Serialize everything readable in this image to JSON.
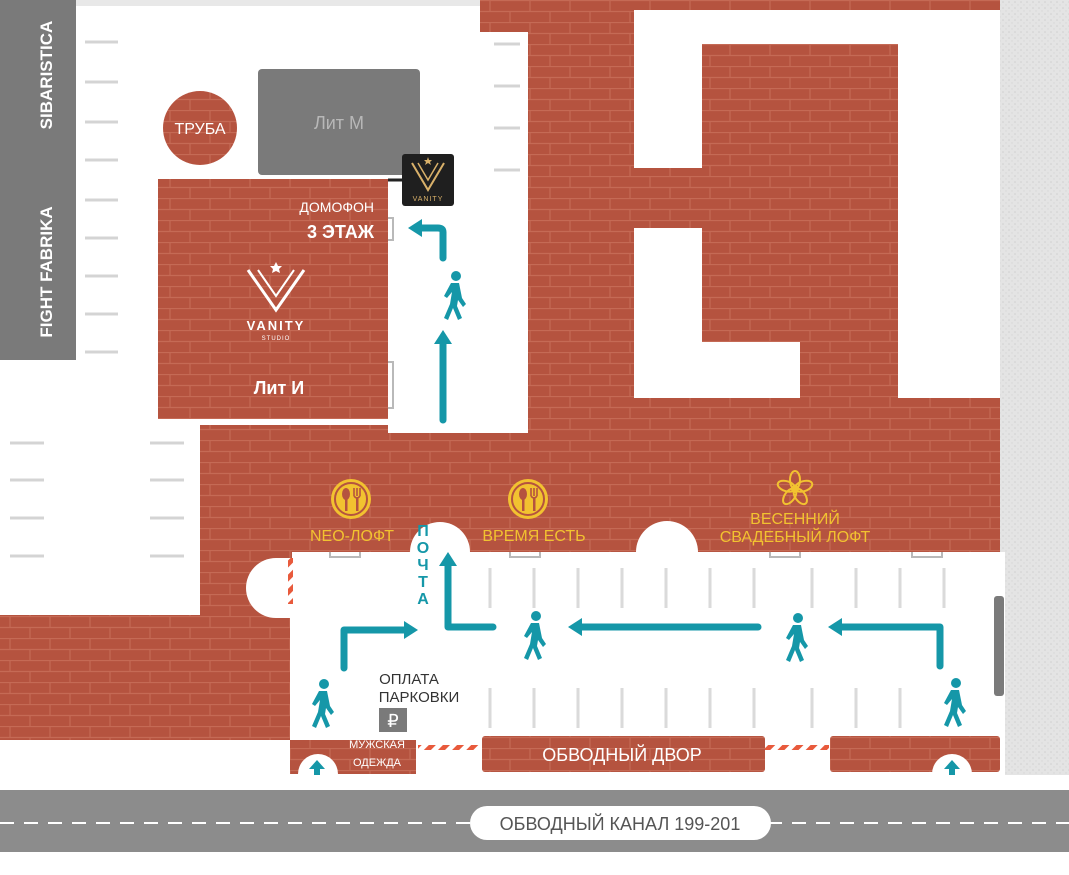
{
  "buildings": {
    "lit_m": "Лит М",
    "lit_i": "Лит И",
    "truba": "ТРУБА",
    "intercom": "ДОМОФОН",
    "floor": "3 ЭТАЖ",
    "vanity_brand": "VANITY",
    "vanity_sub": "STUDIO",
    "vanity_sign": "VANITY"
  },
  "venues": {
    "neo_loft": "NEO-ЛОФТ",
    "vremya_est": "ВРЕМЯ ЕСТЬ",
    "vesenniy_line1": "ВЕСЕННИЙ",
    "vesenniy_line2": "СВАДЕБНЫЙ ЛОФТ",
    "pochta": "ПОЧТА",
    "parking_line1": "ОПЛАТА",
    "parking_line2": "ПАРКОВКИ",
    "ruble": "₽",
    "mens_line1": "МУЖСКАЯ",
    "mens_line2": "ОДЕЖДА",
    "courtyard": "ОБВОДНЫЙ ДВОР"
  },
  "neighbors": {
    "sibaristica": "SIBARISTICA",
    "fight_fabrika": "FIGHT FABRIKA"
  },
  "street": {
    "address": "ОБВОДНЫЙ КАНАЛ 199-201"
  },
  "icons": {
    "restaurant": "fork-spoon-icon",
    "flower": "flower-icon",
    "walker": "walking-person-icon",
    "arrow": "arrow-up-icon"
  },
  "colors": {
    "brick": "#b5533f",
    "route": "#1597a8",
    "gold": "#f2c230",
    "road": "#8c8c8c",
    "gray_building": "#7a7a7a",
    "hatch": "#e85a3c"
  }
}
